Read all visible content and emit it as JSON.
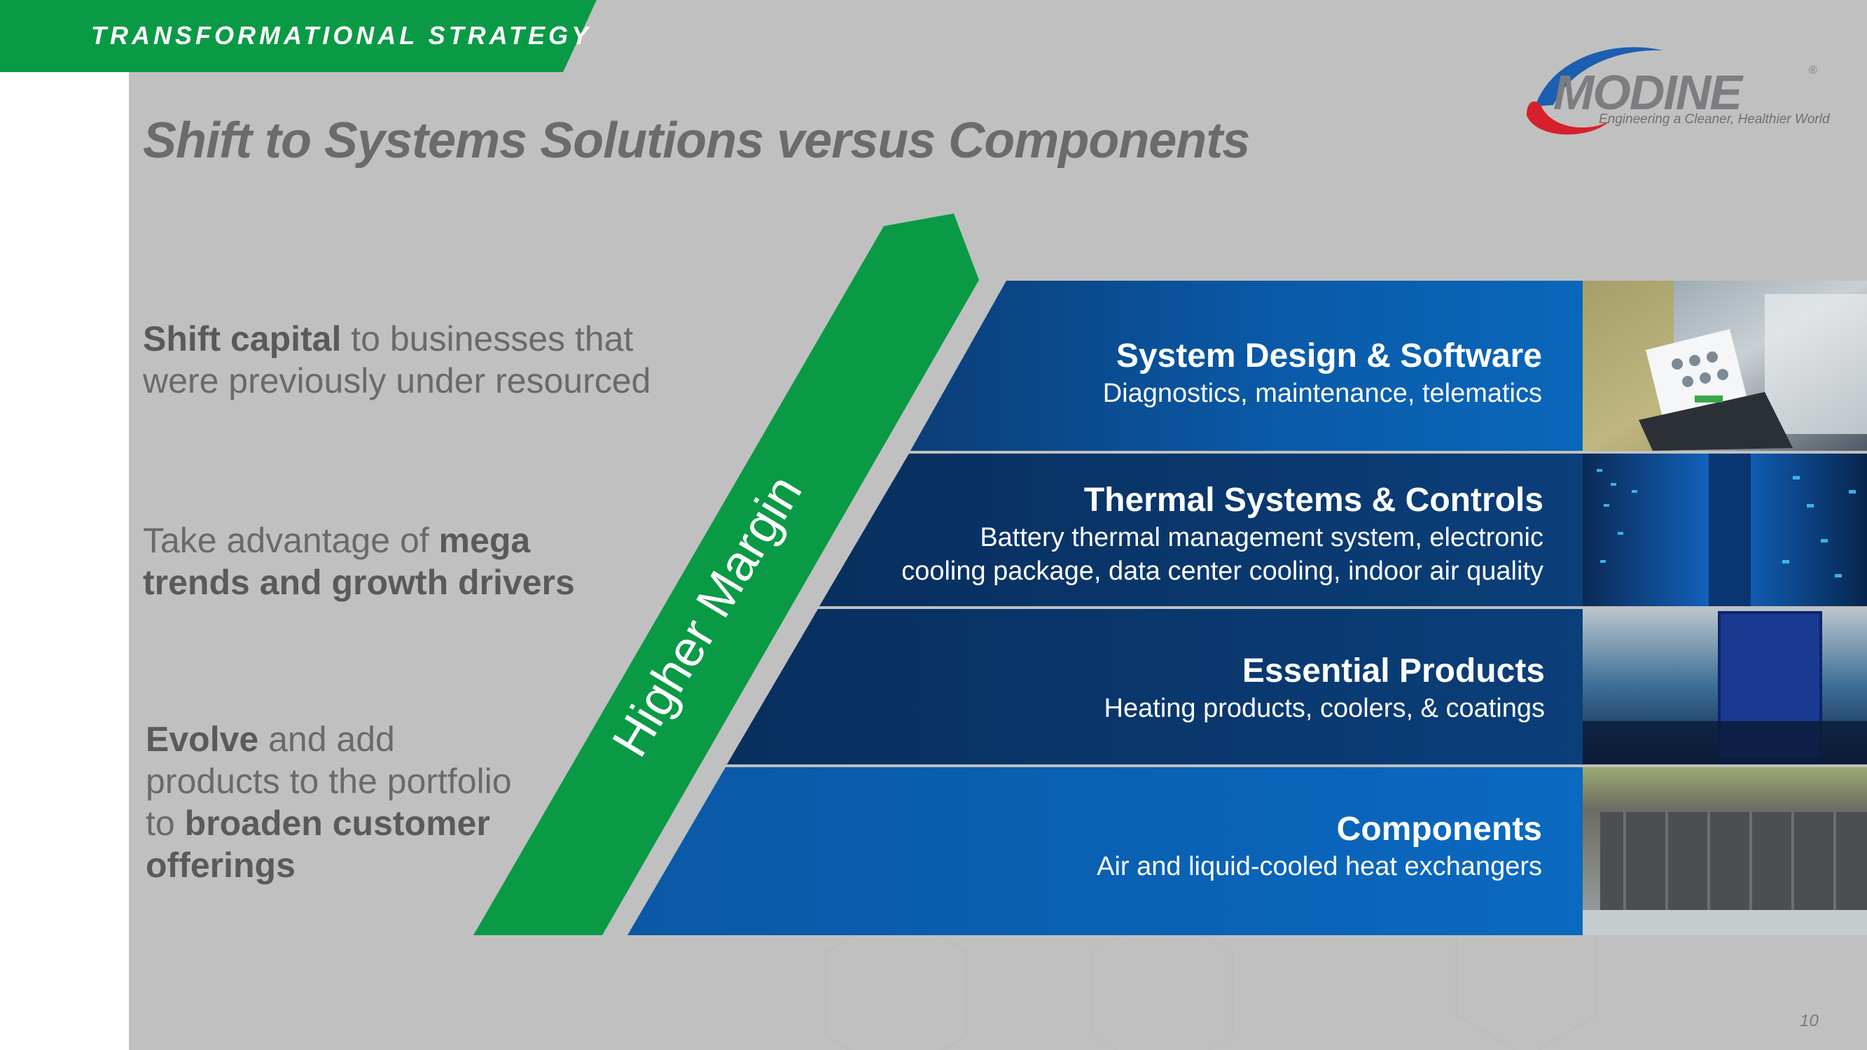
{
  "header": {
    "section_label": "TRANSFORMATIONAL STRATEGY",
    "title": "Shift to Systems Solutions versus Components"
  },
  "logo": {
    "wordmark": "MODINE",
    "registered": "®",
    "tagline": "Engineering a Cleaner, Healthier World"
  },
  "points": [
    {
      "bold1": "Shift capital",
      "text1": " to businesses that were previously under resourced"
    },
    {
      "text1": "Take advantage of ",
      "bold1": "mega trends and growth drivers"
    },
    {
      "bold1": "Evolve",
      "text1": " and add products to the portfolio to ",
      "bold2": "broaden customer offerings"
    }
  ],
  "arrow_label": "Higher Margin",
  "tiers": [
    {
      "title": "System Design & Software",
      "subtitle": "Diagnostics, maintenance, telematics"
    },
    {
      "title": "Thermal Systems & Controls",
      "subtitle_line1": "Battery thermal management system, electronic",
      "subtitle_line2": "cooling package, data center cooling, indoor air quality"
    },
    {
      "title": "Essential Products",
      "subtitle": "Heating products, coolers, & coatings"
    },
    {
      "title": "Components",
      "subtitle": "Air and liquid-cooled heat exchangers"
    }
  ],
  "photos": [
    "laptop-diagnostics-photo",
    "data-center-photo",
    "coating-dip-tank-photo",
    "heat-exchanger-unit-photo"
  ],
  "page_number": "10",
  "colors": {
    "brand_green": "#0a9a45",
    "tier_blue": "#0a63b5",
    "tier_navy": "#0b3f78",
    "background_gray": "#c0c0c0",
    "logo_red": "#d6202c",
    "logo_blue": "#1b5fb0"
  }
}
